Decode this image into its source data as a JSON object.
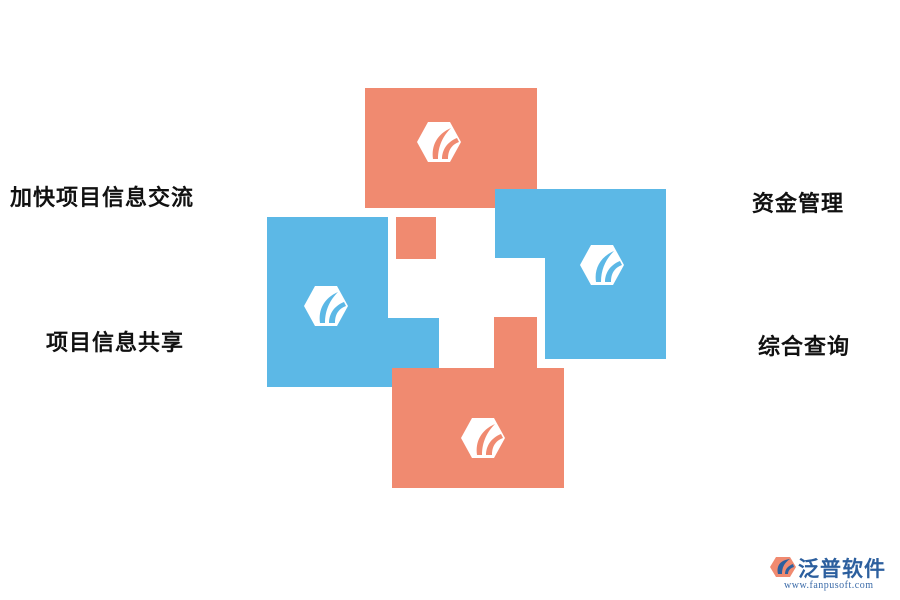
{
  "labels": {
    "left_top": "加快项目信息交流",
    "left_bottom": "项目信息共享",
    "right_top": "资金管理",
    "right_bottom": "综合查询"
  },
  "colors": {
    "salmon": "#f08a70",
    "blue": "#5cb8e6",
    "icon": "#ffffff"
  },
  "blocks": [
    {
      "name": "top-salmon-block",
      "icon": "leaf-logo-icon"
    },
    {
      "name": "right-blue-block",
      "icon": "leaf-logo-icon"
    },
    {
      "name": "left-blue-block",
      "icon": "leaf-logo-icon"
    },
    {
      "name": "bottom-salmon-block",
      "icon": "leaf-logo-icon"
    }
  ],
  "brand": {
    "name": "泛普软件",
    "url": "www.fanpusoft.com"
  }
}
